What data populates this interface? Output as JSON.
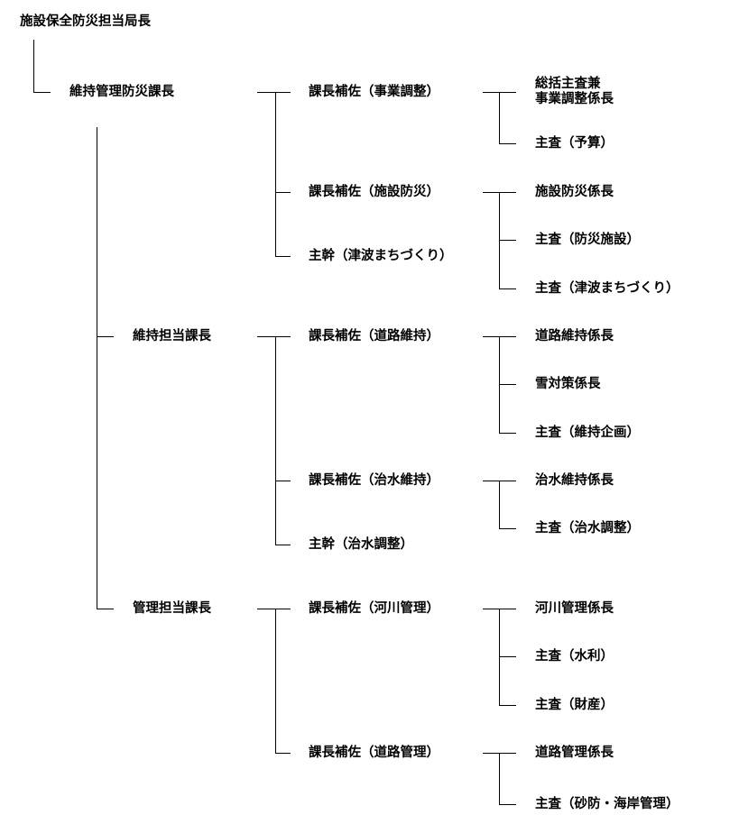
{
  "nodes": {
    "director": "施設保全防災担当局長",
    "maint_mgmt_disaster_chief": "維持管理防災課長",
    "maint_chief": "維持担当課長",
    "mgmt_chief": "管理担当課長",
    "asst_business": "課長補佐（事業調整）",
    "asst_facility": "課長補佐（施設防災）",
    "chief_tsunami": "主幹（津波まちづくり）",
    "asst_road_maint": "課長補佐（道路維持）",
    "asst_flood_maint": "課長補佐（治水維持）",
    "chief_flood_adj": "主幹（治水調整）",
    "asst_river_mgmt": "課長補佐（河川管理）",
    "asst_road_mgmt": "課長補佐（道路管理）",
    "general_inspector": "総括主査兼\n事業調整係長",
    "inspector_budget": "主査（予算）",
    "facility_disaster_head": "施設防災係長",
    "inspector_disaster_facility": "主査（防災施設）",
    "inspector_tsunami": "主査（津波まちづくり）",
    "road_maint_head": "道路維持係長",
    "snow_head": "雪対策係長",
    "inspector_maint_plan": "主査（維持企画）",
    "flood_maint_head": "治水維持係長",
    "inspector_flood_adj": "主査（治水調整）",
    "river_mgmt_head": "河川管理係長",
    "inspector_water": "主査（水利）",
    "inspector_property": "主査（財産）",
    "road_mgmt_head": "道路管理係長",
    "inspector_erosion_coast": "主査（砂防・海岸管理）"
  }
}
